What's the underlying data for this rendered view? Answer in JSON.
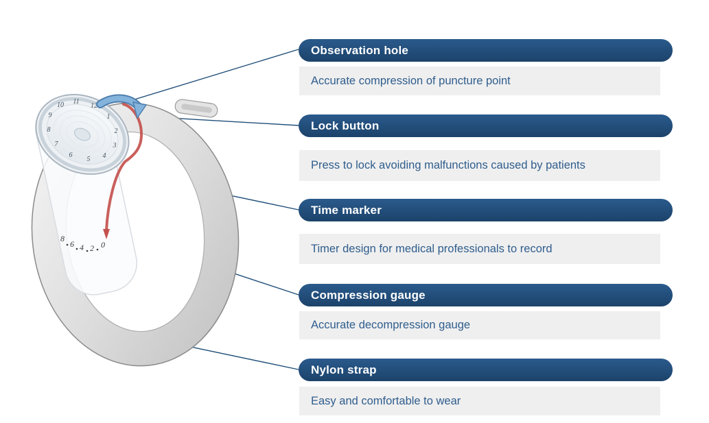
{
  "features": [
    {
      "title": "Observation hole",
      "description": "Accurate compression of puncture point"
    },
    {
      "title": "Lock button",
      "description": "Press to lock avoiding malfunctions caused by patients"
    },
    {
      "title": "Time marker",
      "description": "Timer design for medical professionals to record"
    },
    {
      "title": "Compression gauge",
      "description": "Accurate decompression gauge"
    },
    {
      "title": "Nylon strap",
      "description": "Easy and comfortable to wear"
    }
  ],
  "device": {
    "dial_numbers": [
      "12",
      "1",
      "2",
      "3",
      "4",
      "5",
      "6",
      "7",
      "8",
      "9",
      "10",
      "11"
    ],
    "gauge_numbers": [
      "8",
      "6",
      "4",
      "2",
      "0"
    ]
  },
  "colors": {
    "header_bg": "#1f4e79",
    "header_text": "#ffffff",
    "desc_bg": "#efefef",
    "desc_text": "#2f5d8d",
    "connector": "#1f4e79",
    "lock_blue": "#84b3dc",
    "marker_red": "#c4524e",
    "band_gray": "#d9d9d9"
  }
}
